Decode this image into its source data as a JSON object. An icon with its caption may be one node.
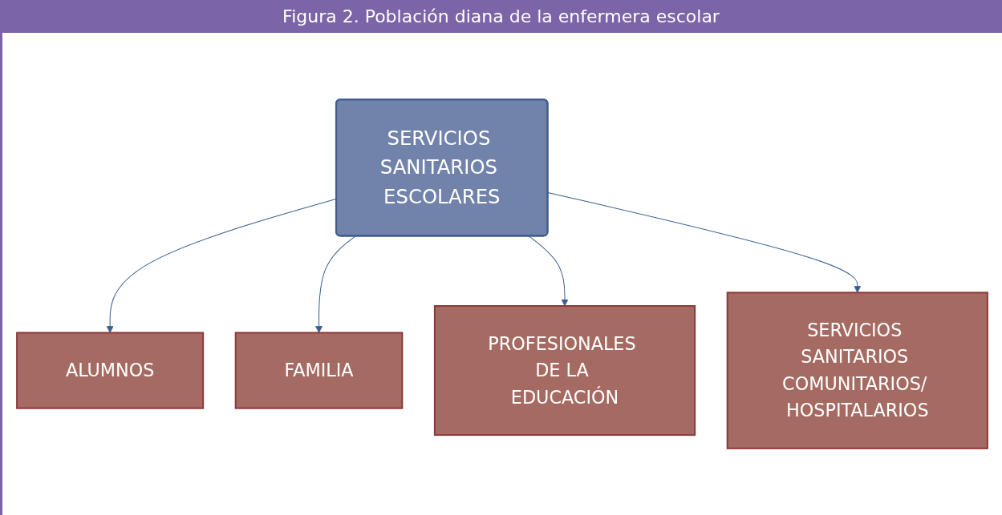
{
  "diagram": {
    "title": "Figura 2. Población diana de la enfermera escolar",
    "nodes": [
      {
        "text": [
          "ALUMNOS"
        ]
      },
      {
        "text": [
          "FAMILIA"
        ]
      },
      {
        "text": [
          "SERVICIOS SANITARIOS ESCOLARES"
        ]
      },
      {
        "text": [
          "PROFESIONALES DE LA EDUCACIÓN"
        ]
      },
      {
        "text": [
          "SERVICIOS SANITARIOS COMUNITARIOS/ HOSPITALARIOS"
        ]
      }
    ],
    "edges": [
      {
        "from": 2,
        "to": 0,
        "arrow": "to"
      },
      {
        "from": 2,
        "to": 1,
        "arrow": "to"
      },
      {
        "from": 2,
        "to": 3,
        "arrow": "to"
      },
      {
        "from": 2,
        "to": 4,
        "arrow": "to"
      }
    ]
  }
}
